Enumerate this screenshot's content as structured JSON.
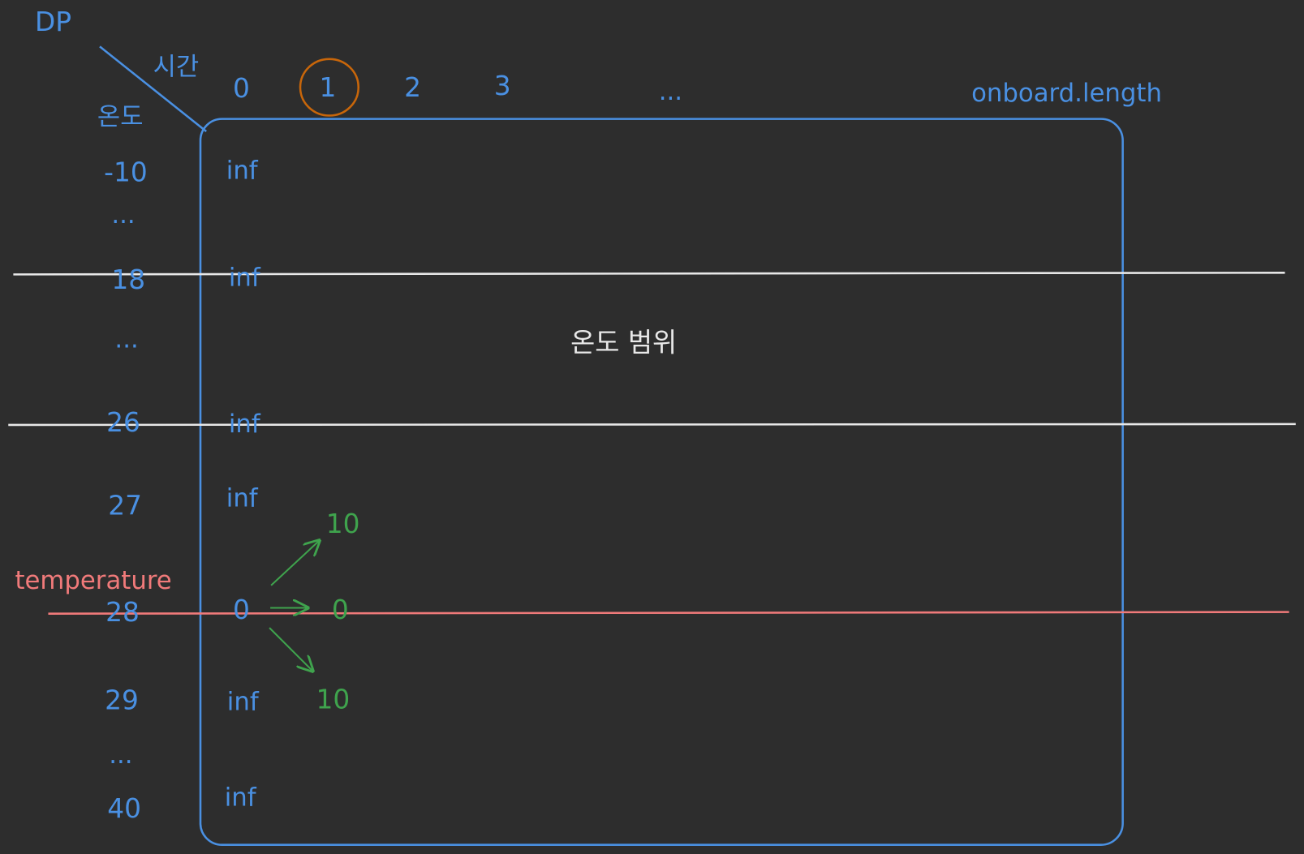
{
  "corner": {
    "title": "DP",
    "col_header": "시간",
    "row_header": "온도"
  },
  "columns": [
    "0",
    "1",
    "2",
    "3",
    "...",
    "onboard.length"
  ],
  "rows": [
    {
      "temp": "-10",
      "cell": "inf"
    },
    {
      "temp": "...",
      "cell": ""
    },
    {
      "temp": "18",
      "cell": "inf"
    },
    {
      "temp": "...",
      "cell": ""
    },
    {
      "temp": "26",
      "cell": "inf"
    },
    {
      "temp": "27",
      "cell": "inf"
    },
    {
      "temp": "28",
      "cell": "0"
    },
    {
      "temp": "29",
      "cell": "inf"
    },
    {
      "temp": "...",
      "cell": ""
    },
    {
      "temp": "40",
      "cell": "inf"
    }
  ],
  "range_label": "온도 범위",
  "temperature_label": "temperature",
  "transitions": [
    "10",
    "0",
    "10"
  ],
  "colors": {
    "background": "#2d2d2d",
    "blue": "#4a90e2",
    "green": "#3fa34d",
    "red": "#f07a7a",
    "orange": "#c8660a",
    "white": "#e8e8e8"
  }
}
